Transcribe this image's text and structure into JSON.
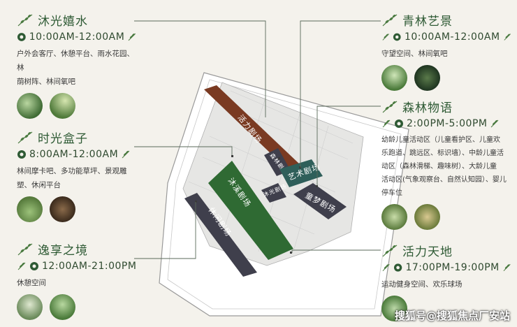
{
  "panels": {
    "mu_guang": {
      "title": "沐光嬉水",
      "time": "10:00AM-12:00AM",
      "desc_lines": [
        "户外会客厅、休憩平台、雨水花园、林",
        "荫树阵、林间氧吧"
      ]
    },
    "shi_guang": {
      "title": "时光盒子",
      "time": "8:00AM-12:00AM",
      "desc_lines": [
        "林间摩卡吧、多功能草坪、景观雕",
        "塑、休闲平台"
      ]
    },
    "yi_xiang": {
      "title": "逸享之境",
      "time": "12:00AM-21:00PM",
      "desc_lines": [
        "休憩空间"
      ]
    },
    "qing_lin": {
      "title": "青林艺景",
      "time": "10:00AM-12:00AM",
      "desc_lines": [
        "守望空间、林间氧吧"
      ]
    },
    "sen_lin": {
      "title": "森林物语",
      "time": "2:00PM-5:00PM",
      "desc_lines": [
        "幼龄儿童活动区（儿童看护区、儿童欢",
        "乐跑道、跳远区、标识墙）、中龄儿童活",
        "动区（森林滑梯、趣味树）、大龄儿童",
        "活动区(气象观察台、自然认知园）、婴儿",
        "停车位"
      ]
    },
    "huo_li": {
      "title": "活力天地",
      "time": "17:00PM-19:00PM",
      "desc_lines": [
        "运动健身空间、欢乐球场"
      ]
    }
  },
  "plan_zones": {
    "huoli": "活力剧场",
    "muxi": "沐溪剧场",
    "xiuxian": "休闲剧场",
    "yishu": "艺术剧场",
    "tongmeng": "童梦剧场",
    "senlin": "森林剧场",
    "muguang": "沐光剧场"
  },
  "watermark": "搜狐号@搜狐焦点厂安站",
  "colors": {
    "title_green": "#2e5a34",
    "zone_brown": "#7a3a22",
    "zone_green": "#2f6a33",
    "zone_dark": "#3f3f4c",
    "zone_teal": "#2f5f5a",
    "background": "#f4f2ec"
  }
}
